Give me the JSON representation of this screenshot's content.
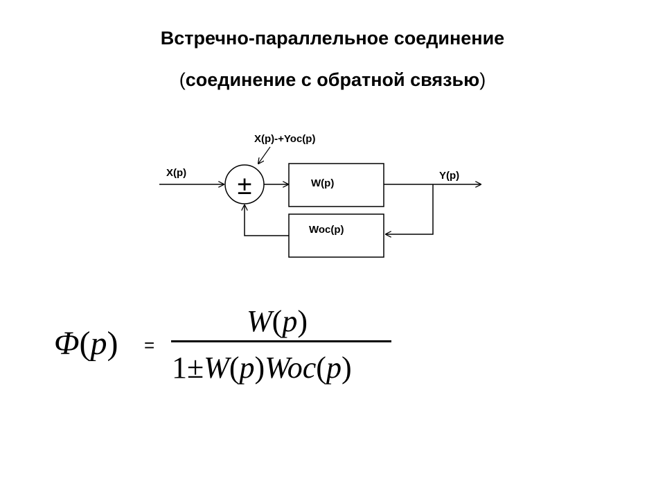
{
  "title": {
    "line1": "Встречно-параллельное соединение",
    "line2_open": "(",
    "line2_text": "соединение с обратной связью",
    "line2_close": ")"
  },
  "diagram": {
    "input_label": "X(p)",
    "sum_label": "X(p)-+Yoc(p)",
    "sum_symbol": "±",
    "forward_block": "W(p)",
    "feedback_block": "Woc(p)",
    "output_label": "Y(p)"
  },
  "formula": {
    "lhs_func": "Φ",
    "lhs_open": "(",
    "lhs_var": "p",
    "lhs_close": ")",
    "equals": "=",
    "num_w": "W",
    "num_open": "(",
    "num_var": "p",
    "num_close": ")",
    "den_one": "1",
    "den_pm": "±",
    "den_w": "W",
    "den_open1": "(",
    "den_var1": "p",
    "den_close1": ")",
    "den_woc": "Woc",
    "den_open2": "(",
    "den_var2": "p",
    "den_close2": ")"
  }
}
